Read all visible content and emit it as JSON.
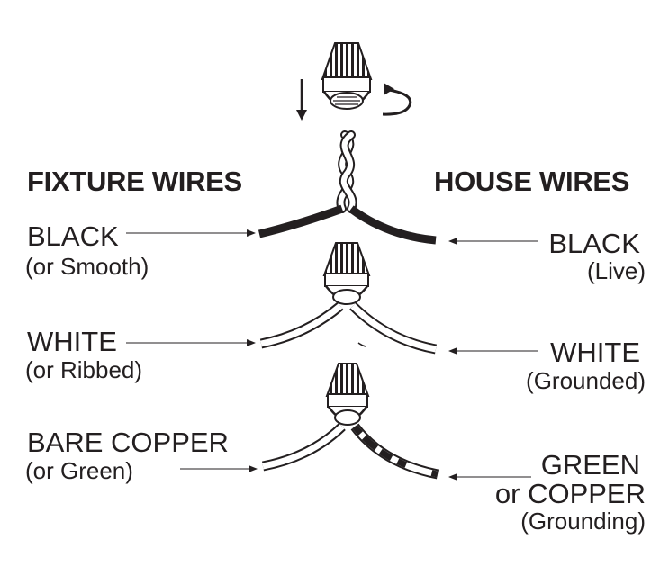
{
  "headings": {
    "fixture": "FIXTURE WIRES",
    "house": "HOUSE WIRES"
  },
  "fixture_labels": [
    {
      "line1": "BLACK",
      "line2": "(or Smooth)"
    },
    {
      "line1": "WHITE",
      "line2": "(or Ribbed)"
    },
    {
      "line1": "BARE COPPER",
      "line2": "(or Green)"
    }
  ],
  "house_labels": [
    {
      "line1": "BLACK",
      "line2": "(Live)"
    },
    {
      "line1": "WHITE",
      "line2": "(Grounded)"
    },
    {
      "line1": "GREEN",
      "line2": "or COPPER",
      "line3": "(Grounding)"
    }
  ],
  "colors": {
    "ink": "#231f20",
    "paper": "#ffffff"
  },
  "icons": [
    "wire-nut-icon",
    "down-arrow-icon",
    "rotate-arrow-icon"
  ]
}
